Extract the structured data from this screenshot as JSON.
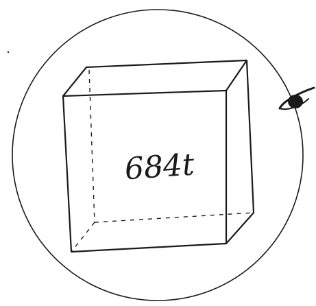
{
  "diagram": {
    "cube_label": "684t",
    "ink_color": "#1a1a1a",
    "background_color": "#ffffff",
    "elements": [
      "outer-circle",
      "cube-front-face",
      "cube-top-face",
      "cube-right-face",
      "cube-hidden-edges",
      "orbiting-body",
      "cube-weight-label"
    ]
  }
}
